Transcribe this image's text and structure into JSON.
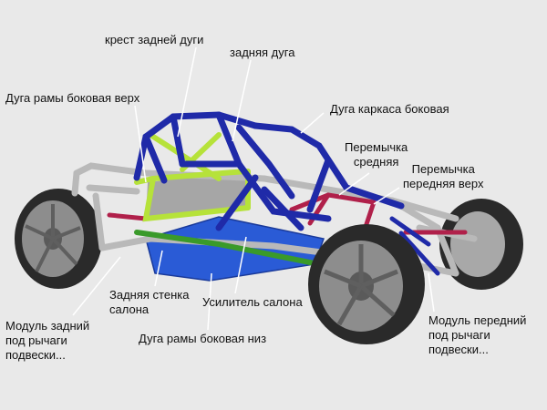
{
  "colors": {
    "background": "#e9e9e9",
    "roll_cage_blue": "#1f2aa8",
    "lime_frame": "#b6e23a",
    "green_frame": "#3a9a2a",
    "floor_blue": "#2a5bd6",
    "silver_tube": "#b9b9b9",
    "crimson_tube": "#b0204a",
    "tire_dark": "#2a2a2a",
    "rim_grey": "#8d8d8d",
    "leader_line": "#ffffff"
  },
  "labels": {
    "rear_hoop_cross": "крест задней дуги",
    "rear_hoop": "задняя дуга",
    "side_frame_hoop_top": "Дуга рамы боковая верх",
    "side_cage_hoop": "Дуга каркаса боковая",
    "middle_crossbar": "Перемычка\nсредняя",
    "front_top_crossbar": "Перемычка\nпередняя верх",
    "cabin_rear_wall": "Задняя стенка\nсалона",
    "cabin_reinforcement": "Усилитель салона",
    "side_frame_hoop_bottom": "Дуга рамы боковая низ",
    "rear_suspension_module": "Модуль задний\nпод рычаги\nподвески...",
    "front_suspension_module": "Модуль передний\nпод рычаги\nподвески..."
  }
}
